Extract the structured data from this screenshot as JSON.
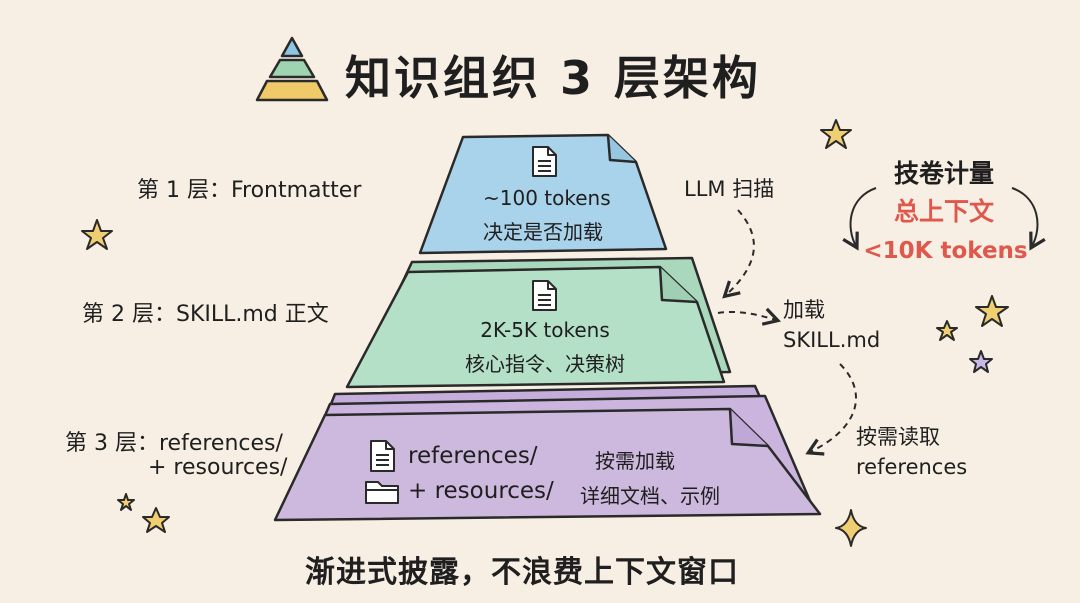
{
  "title": "知识组织 3 层架构",
  "layers": [
    {
      "label": "第 1 层：Frontmatter",
      "tokens": "~100 tokens",
      "description": "决定是否加载",
      "color": "#a9d3ea"
    },
    {
      "label": "第 2 层：SKILL.md 正文",
      "tokens": "2K-5K tokens",
      "description": "核心指令、决策树",
      "color": "#b4e0c8"
    },
    {
      "label_line1": "第 3 层：references/",
      "label_line2": "+ resources/",
      "folder_line1": "references/",
      "folder_line2": "+ resources/",
      "action": "按需加载",
      "description": "详细文档、示例",
      "color": "#cdb8de"
    }
  ],
  "flow": {
    "step1": "LLM 扫描",
    "step2_line1": "加载",
    "step2_line2": "SKILL.md",
    "step3_line1": "按需读取",
    "step3_line2": "references"
  },
  "skill_metric": {
    "line1": "技卷计量",
    "line2": "总上下文",
    "line3": "<10K tokens",
    "accent_color": "#e0574b"
  },
  "footer": "渐进式披露，不浪费上下文窗口",
  "icons": {
    "title_icon": "pyramid-icon",
    "layer1_icon": "document-icon",
    "layer2_icon": "document-icon",
    "layer3_doc_icon": "document-icon",
    "layer3_folder_icon": "folder-icon"
  }
}
